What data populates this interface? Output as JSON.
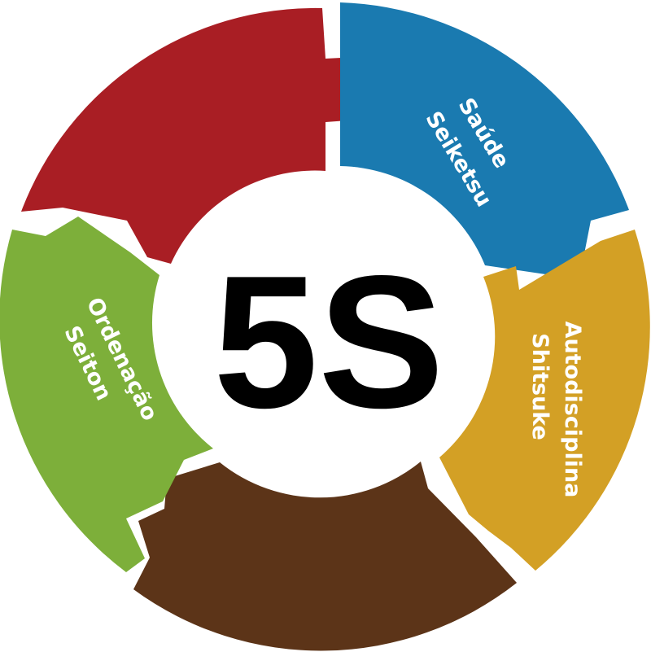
{
  "diagram": {
    "center_text": "5S",
    "segments": [
      {
        "id": "red",
        "color": "#A91E24",
        "line1": "",
        "line2": ""
      },
      {
        "id": "blue",
        "color": "#1A7AB0",
        "line1": "Saúde",
        "line2": "Seiketsu"
      },
      {
        "id": "yellow",
        "color": "#D3A025",
        "line1": "Autodisciplina",
        "line2": "Shitsuke"
      },
      {
        "id": "brown",
        "color": "#5C3418",
        "line1": "",
        "line2": ""
      },
      {
        "id": "green",
        "color": "#7DAF3A",
        "line1": "Ordenação",
        "line2": "Seiton"
      }
    ]
  }
}
